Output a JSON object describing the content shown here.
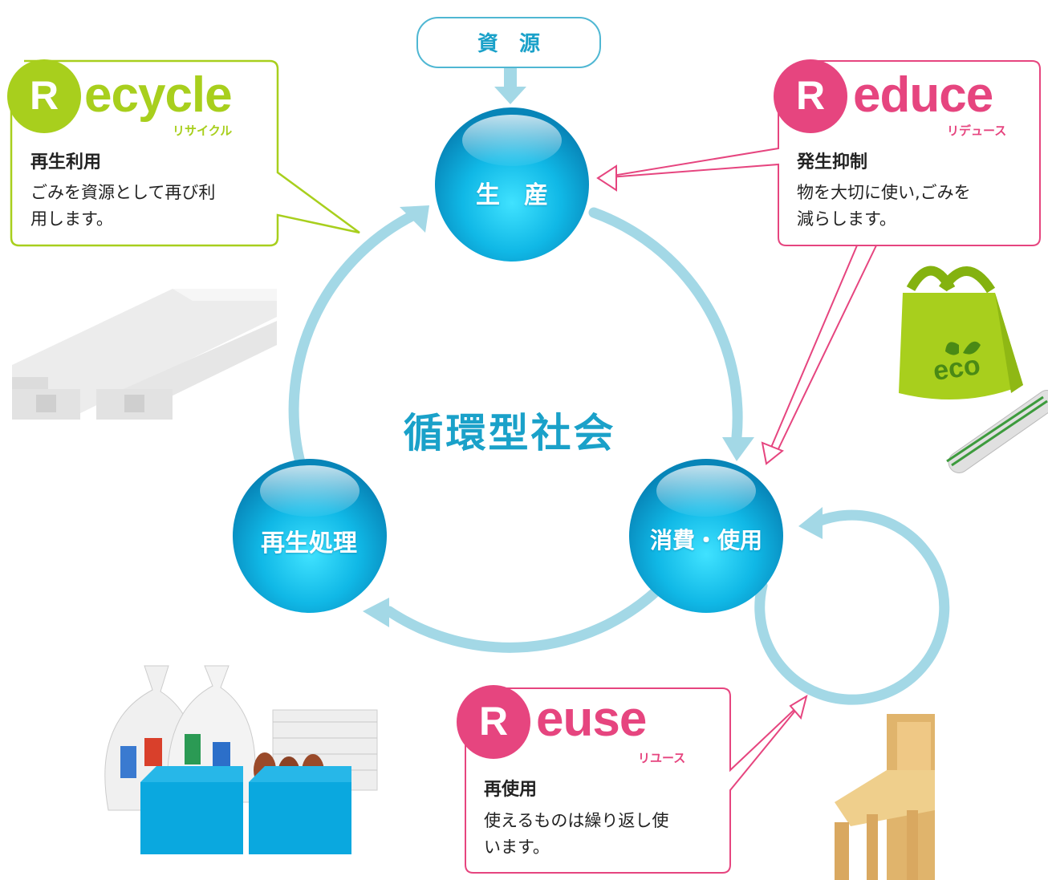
{
  "source_label": "資　源",
  "center_title": "循環型社会",
  "nodes": {
    "production": "生　産",
    "consumption": "消費・使用",
    "recycling": "再生処理"
  },
  "recycle": {
    "letter": "R",
    "word": "ecycle",
    "reading": "リサイクル",
    "title": "再生利用",
    "desc_line1": "ごみを資源として再び利",
    "desc_line2": "用します。"
  },
  "reduce": {
    "letter": "R",
    "word": "educe",
    "reading": "リデュース",
    "title": "発生抑制",
    "desc_line1": "物を大切に使い,ごみを",
    "desc_line2": "減らします。"
  },
  "reuse": {
    "letter": "R",
    "word": "euse",
    "reading": "リユース",
    "title": "再使用",
    "desc_line1": "使えるものは繰り返し使",
    "desc_line2": "います。"
  },
  "eco_bag_text": "eco",
  "colors": {
    "cycle_arrow": "#a3d8e6",
    "node": "#12b5e3",
    "recycle_green": "#a8cf1d",
    "reduce_pink": "#e6457f",
    "source_border": "#4fb7d3",
    "title_blue": "#1aa1c9"
  }
}
